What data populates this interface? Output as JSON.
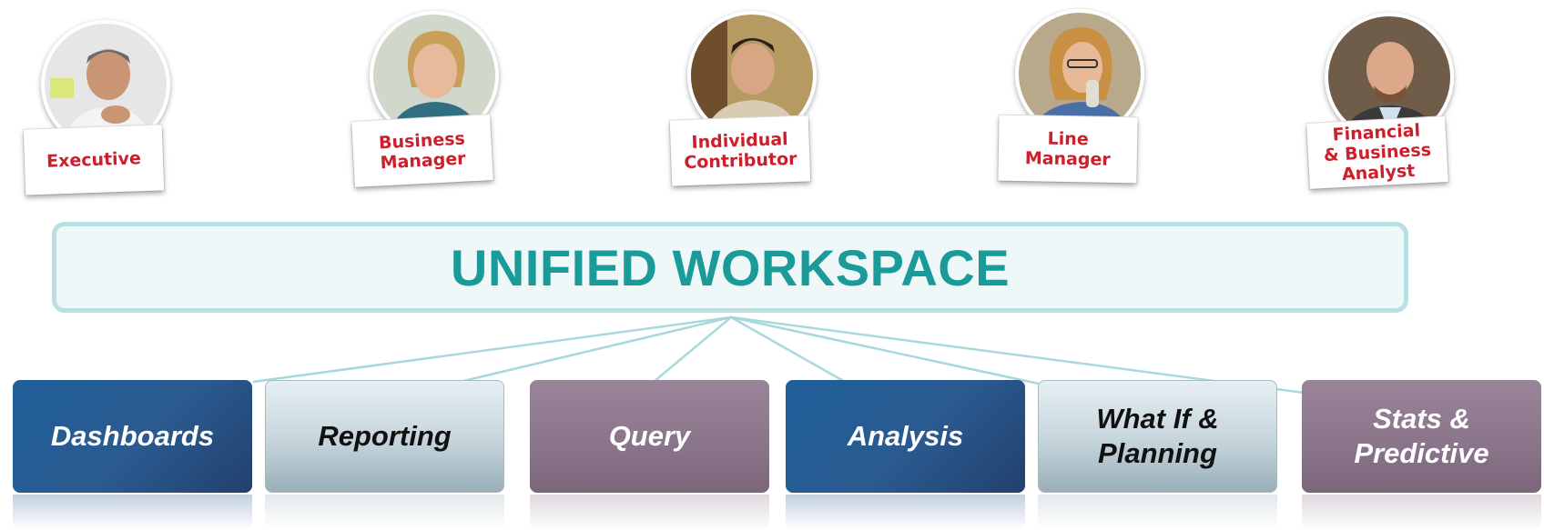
{
  "personas": [
    {
      "id": "executive",
      "label": "Executive",
      "photo_bg": "#dcdcdc"
    },
    {
      "id": "business-manager",
      "label": "Business\nManager",
      "photo_bg": "#c9d2c4"
    },
    {
      "id": "individual-contributor",
      "label": "Individual\nContributor",
      "photo_bg": "#b59a62"
    },
    {
      "id": "line-manager",
      "label": "Line\nManager",
      "photo_bg": "#b8a98a"
    },
    {
      "id": "financial-business-analyst",
      "label": "Financial\n& Business\nAnalyst",
      "photo_bg": "#8b7a66"
    }
  ],
  "workspace": {
    "title": "UNIFIED WORKSPACE"
  },
  "capabilities": [
    {
      "id": "dashboards",
      "label": "Dashboards",
      "style": "blue"
    },
    {
      "id": "reporting",
      "label": "Reporting",
      "style": "silver"
    },
    {
      "id": "query",
      "label": "Query",
      "style": "mauve"
    },
    {
      "id": "analysis",
      "label": "Analysis",
      "style": "blue"
    },
    {
      "id": "what-if-planning",
      "label": "What If &\nPlanning",
      "style": "silver"
    },
    {
      "id": "stats-predictive",
      "label": "Stats &\nPredictive",
      "style": "mauve"
    }
  ],
  "colors": {
    "persona_text": "#cc1f2b",
    "workspace_title": "#1a9a98",
    "workspace_border": "#b8dfe2",
    "connector": "#a9d8dc"
  }
}
